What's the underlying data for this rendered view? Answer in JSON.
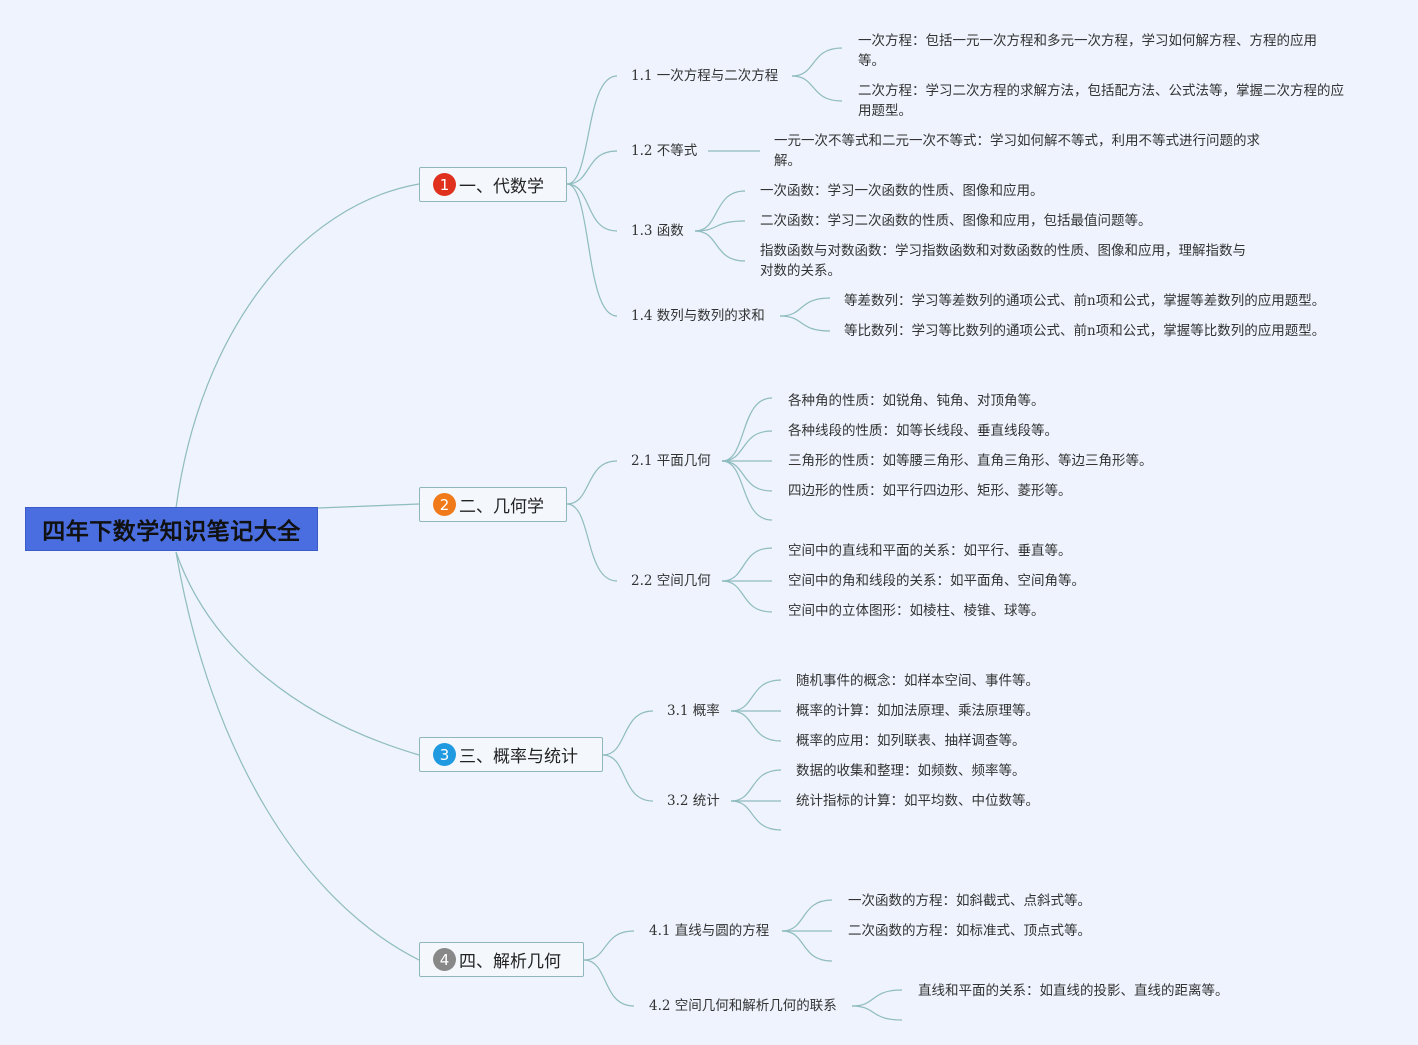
{
  "root": {
    "title": "四年下数学知识笔记大全"
  },
  "sections": [
    {
      "num": "1",
      "title": "一、代数学",
      "color": "#e0311f",
      "subs": [
        {
          "label": "1.1 一次方程与二次方程",
          "items": [
            "一次方程：包括一元一次方程和多元一次方程，学习如何解方程、方程的应用等。",
            "二次方程：学习二次方程的求解方法，包括配方法、公式法等，掌握二次方程的应用题型。"
          ]
        },
        {
          "label": "1.2 不等式",
          "items": [
            "一元一次不等式和二元一次不等式：学习如何解不等式，利用不等式进行问题的求解。"
          ]
        },
        {
          "label": "1.3 函数",
          "items": [
            "一次函数：学习一次函数的性质、图像和应用。",
            "二次函数：学习二次函数的性质、图像和应用，包括最值问题等。",
            "指数函数与对数函数：学习指数函数和对数函数的性质、图像和应用，理解指数与对数的关系。"
          ]
        },
        {
          "label": "1.4 数列与数列的求和",
          "items": [
            "等差数列：学习等差数列的通项公式、前n项和公式，掌握等差数列的应用题型。",
            "等比数列：学习等比数列的通项公式、前n项和公式，掌握等比数列的应用题型。"
          ]
        }
      ]
    },
    {
      "num": "2",
      "title": "二、几何学",
      "color": "#f07a1a",
      "subs": [
        {
          "label": "2.1 平面几何",
          "items": [
            "各种角的性质：如锐角、钝角、对顶角等。",
            "各种线段的性质：如等长线段、垂直线段等。",
            "三角形的性质：如等腰三角形、直角三角形、等边三角形等。",
            "四边形的性质：如平行四边形、矩形、菱形等。"
          ]
        },
        {
          "label": "2.2 空间几何",
          "items": [
            "空间中的直线和平面的关系：如平行、垂直等。",
            "空间中的角和线段的关系：如平面角、空间角等。",
            "空间中的立体图形：如棱柱、棱锥、球等。"
          ]
        }
      ]
    },
    {
      "num": "3",
      "title": "三、概率与统计",
      "color": "#1f9ae0",
      "subs": [
        {
          "label": "3.1 概率",
          "items": [
            "随机事件的概念：如样本空间、事件等。",
            "概率的计算：如加法原理、乘法原理等。",
            "概率的应用：如列联表、抽样调查等。"
          ]
        },
        {
          "label": "3.2 统计",
          "items": [
            "数据的收集和整理：如频数、频率等。",
            "统计指标的计算：如平均数、中位数等。"
          ]
        }
      ]
    },
    {
      "num": "4",
      "title": "四、解析几何",
      "color": "#888888",
      "subs": [
        {
          "label": "4.1 直线与圆的方程",
          "items": [
            "一次函数的方程：如斜截式、点斜式等。",
            "二次函数的方程：如标准式、顶点式等。"
          ]
        },
        {
          "label": "4.2 空间几何和解析几何的联系",
          "items": [
            "直线和平面的关系：如直线的投影、直线的距离等。"
          ]
        }
      ]
    }
  ],
  "colors": {
    "line": "#8fbcbf",
    "root": "#4a6ee0",
    "background": "#eef3fd"
  }
}
